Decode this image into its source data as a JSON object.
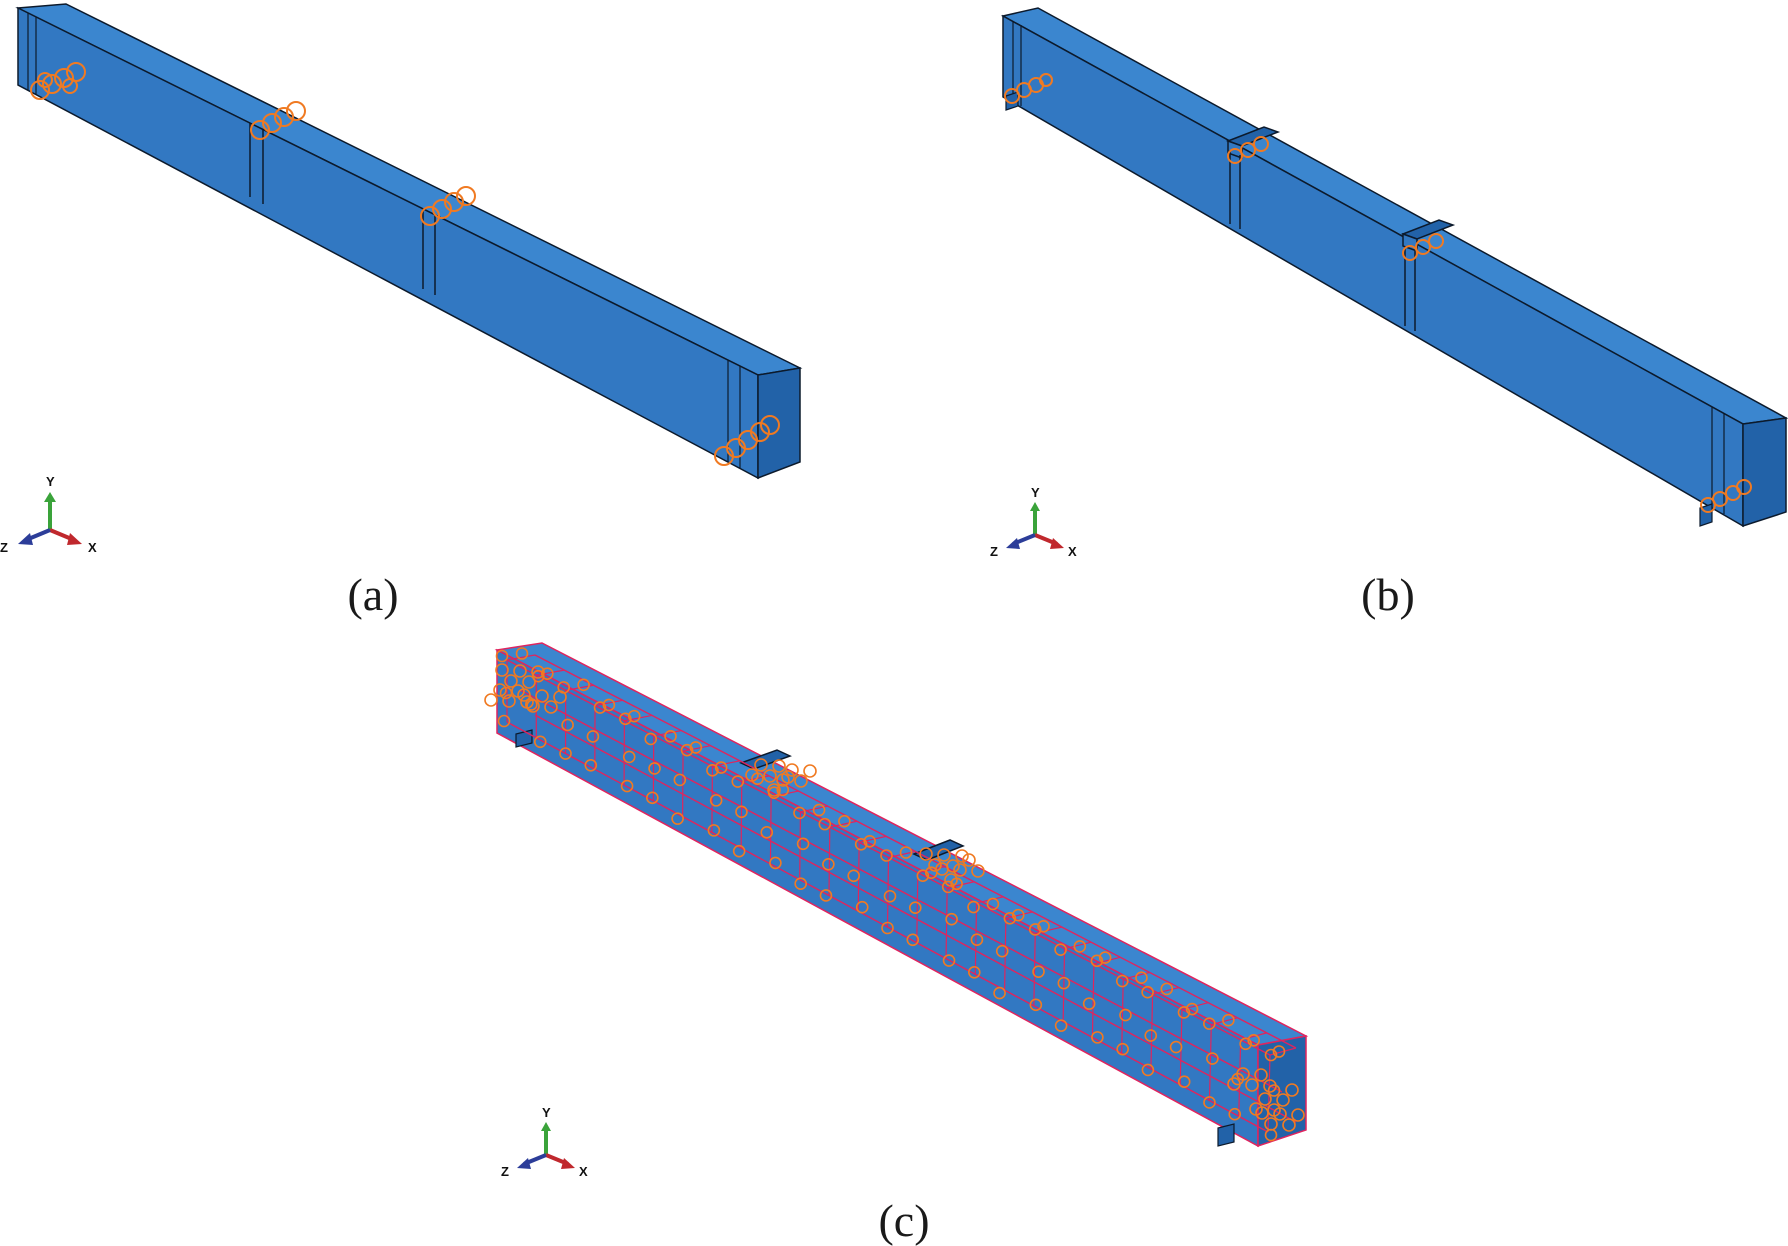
{
  "figure": {
    "panels": [
      {
        "id": "a",
        "caption": "(a)",
        "axes": {
          "x": "X",
          "y": "Y",
          "z": "Z"
        },
        "bearing_plates": false,
        "constraint_marker_color": "#f07a22"
      },
      {
        "id": "b",
        "caption": "(b)",
        "axes": {
          "x": "X",
          "y": "Y",
          "z": "Z"
        },
        "bearing_plates": true,
        "constraint_marker_color": "#f07a22"
      },
      {
        "id": "c",
        "caption": "(c)",
        "axes": {
          "x": "X",
          "y": "Y",
          "z": "Z"
        },
        "bearing_plates": true,
        "constraint_marker_color": "#f07a22",
        "reinforcement_color": "#e0245e"
      }
    ],
    "colors": {
      "beam_face": "#3278c2",
      "beam_top": "#3b86cf",
      "beam_end": "#2262a8",
      "edge": "#0c1a2c",
      "axis_x": "#c0282d",
      "axis_y": "#3aa33a",
      "axis_z": "#2c3d99"
    }
  }
}
